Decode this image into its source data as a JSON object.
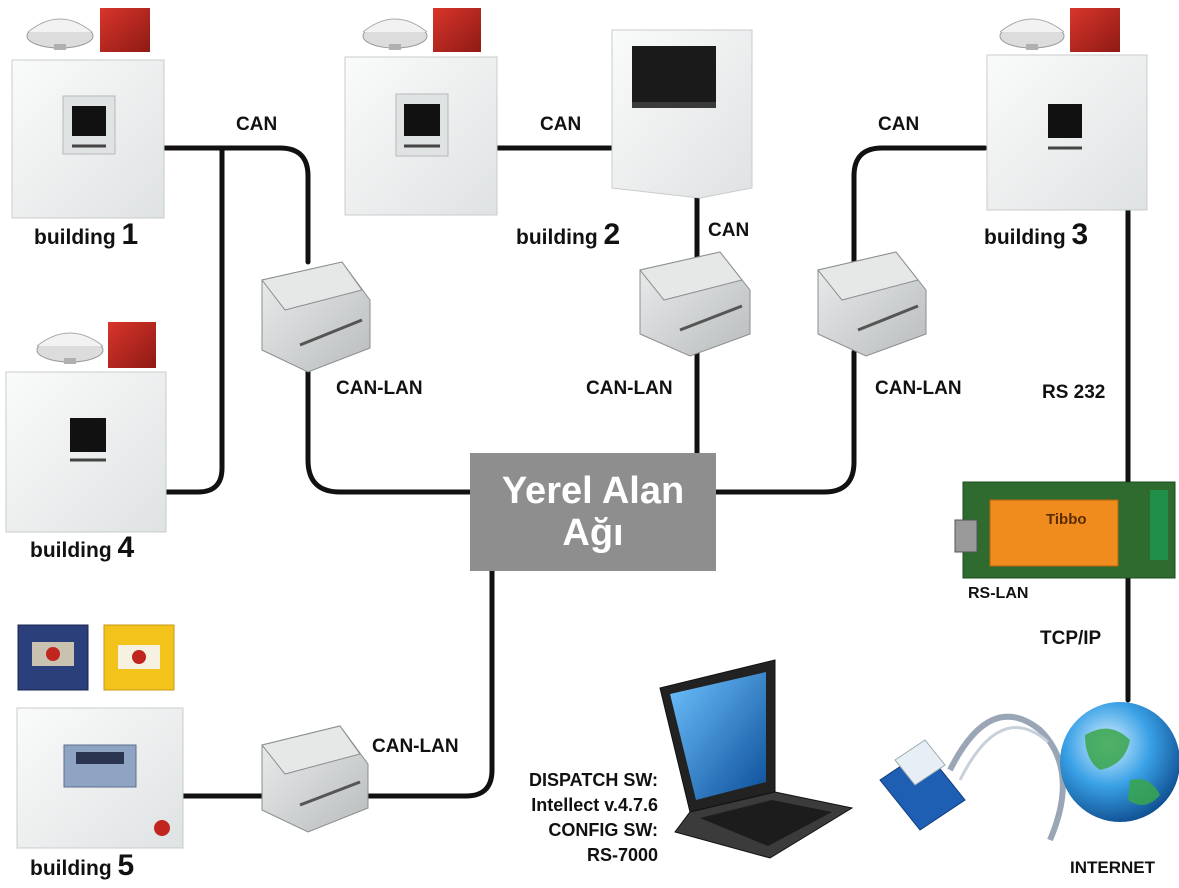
{
  "diagram": {
    "lan_box": {
      "line1": "Yerel Alan",
      "line2": "Ağı"
    },
    "buildings": [
      {
        "word": "building",
        "number": "1"
      },
      {
        "word": "building",
        "number": "2"
      },
      {
        "word": "building",
        "number": "3"
      },
      {
        "word": "building",
        "number": "4"
      },
      {
        "word": "building",
        "number": "5"
      }
    ],
    "link_labels": {
      "can_1": "CAN",
      "can_2": "CAN",
      "can_3": "CAN",
      "can_4": "CAN",
      "rs232": "RS 232",
      "tcpip": "TCP/IP"
    },
    "device_labels": {
      "can_lan_1": "CAN-LAN",
      "can_lan_2": "CAN-LAN",
      "can_lan_3": "CAN-LAN",
      "can_lan_5": "CAN-LAN",
      "rs_lan": "RS-LAN",
      "internet": "INTERNET",
      "tibbo_brand": "Tibbo"
    },
    "software": {
      "line1": "DISPATCH SW:",
      "line2": "Intellect v.4.7.6",
      "line3": "CONFIG SW:",
      "line4": "RS-7000"
    },
    "colors": {
      "line": "#111111",
      "lan_box": "#8e8e8e",
      "panel": "#eef0f0",
      "siren": "#c0261f",
      "call_point_blue": "#2b3f7a",
      "call_point_yellow": "#f3c21b",
      "rs_lan_board": "#2f6b2f",
      "rs_lan_module": "#f08c1e",
      "laptop_screen": "#1e7fd0",
      "globe": "#2f8fd6"
    }
  }
}
